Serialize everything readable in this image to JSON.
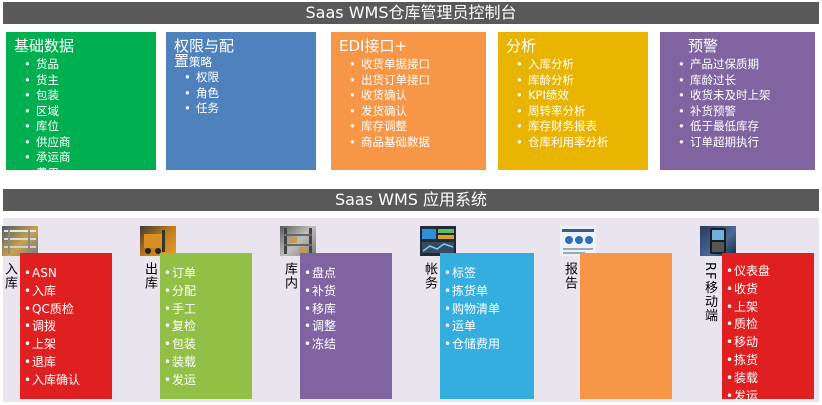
{
  "header": {
    "title": "Saas WMS仓库管理员控制台"
  },
  "top_sections": [
    {
      "title": "基础数据",
      "items": [
        "货品",
        "货主",
        "包装",
        "区域",
        "库位",
        "供应商",
        "承运商",
        "费用"
      ]
    },
    {
      "title": "权限与配",
      "title_wrap": "置",
      "inline_item": "策略",
      "items": [
        "权限",
        "角色",
        "任务"
      ]
    },
    {
      "title": "EDI接口+",
      "items": [
        "收货单据接口",
        "出货订单接口",
        "收货确认",
        "发货确认",
        "库存调整",
        "商品基础数据"
      ]
    },
    {
      "title": "分析",
      "items": [
        "入库分析",
        "库龄分析",
        "KPI绩效",
        "周转率分析",
        "库存财务报表",
        "仓库利用率分析"
      ]
    },
    {
      "title": "预警",
      "items": [
        "产品过保质期",
        "库龄过长",
        "收货未及时上架",
        "补货预警",
        "低于最低库存",
        "订单超期执行"
      ]
    }
  ],
  "subheader": {
    "title": "Saas WMS 应用系统"
  },
  "bottom_sections": [
    {
      "label": "入库",
      "items": [
        "ASN",
        "入库",
        "QC质检",
        "调拨",
        "上架",
        "退库",
        "入库确认"
      ]
    },
    {
      "label": "出库",
      "items": [
        "订单",
        "分配",
        "手工",
        "复检",
        "包装",
        "装载",
        "发运"
      ]
    },
    {
      "label": "库内",
      "items": [
        "盘点",
        "补货",
        "移库",
        "调整",
        "冻结"
      ]
    },
    {
      "label": "帐务",
      "items": [
        "标签",
        "拣货单",
        "购物清单",
        "运单",
        "仓储费用"
      ]
    },
    {
      "label": "报告",
      "items": []
    },
    {
      "label": "RF移动端",
      "items": [
        "仪表盘",
        "收货",
        "上架",
        "质检",
        "移动",
        "拣货",
        "装载",
        "发运"
      ]
    }
  ],
  "colors": {
    "banner": "#595959",
    "green": "#00b050",
    "blue": "#4f81bd",
    "orange": "#f79646",
    "gold": "#e8b400",
    "purple": "#8064a2",
    "red": "#e02020",
    "lightgreen": "#92c047",
    "sky": "#33aede",
    "panel": "#e9e4ee"
  }
}
